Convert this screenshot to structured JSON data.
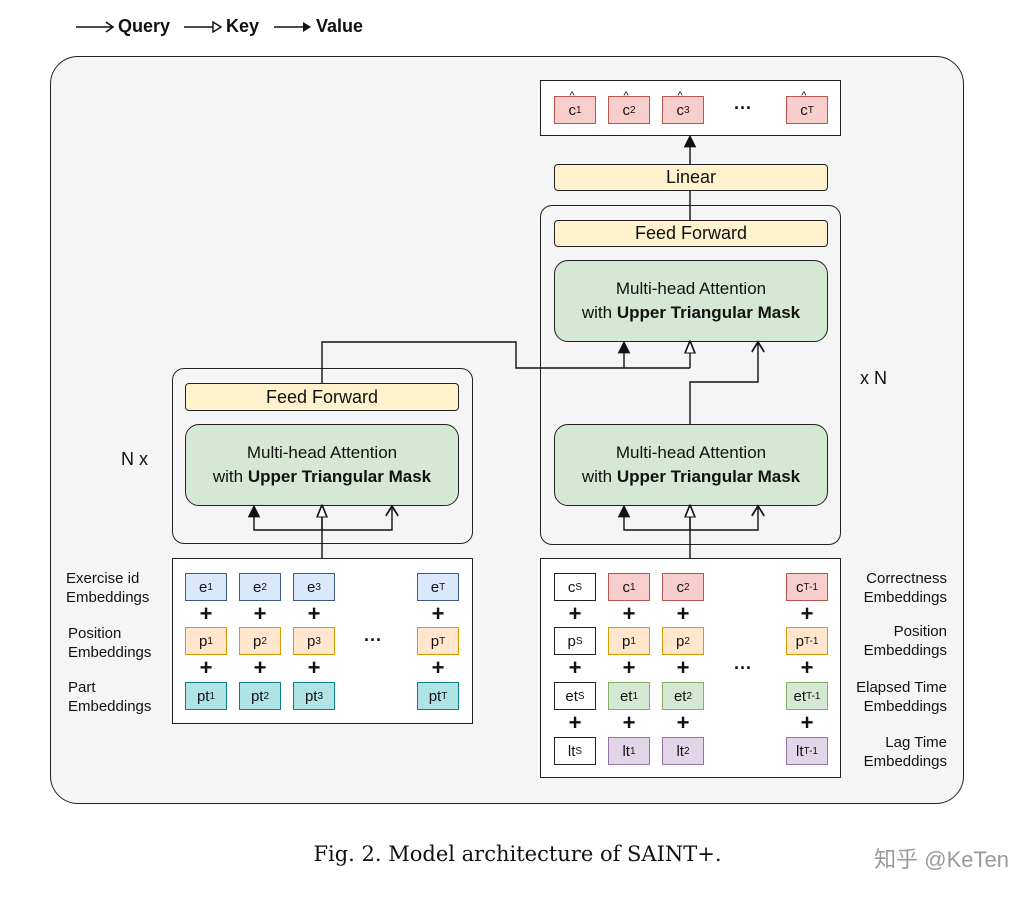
{
  "legend": {
    "query": "Query",
    "key": "Key",
    "value": "Value"
  },
  "encoder": {
    "repeat_label": "N x",
    "feed_forward": "Feed Forward",
    "mha_line1": "Multi-head Attention",
    "mha_line2_prefix": "with",
    "mha_line2_bold": "Upper Triangular Mask",
    "labels": {
      "exercise": [
        "Exercise id",
        "Embeddings"
      ],
      "position": [
        "Position",
        "Embeddings"
      ],
      "part": [
        "Part",
        "Embeddings"
      ]
    },
    "rows": {
      "exercise": [
        {
          "b": "e",
          "s": "1"
        },
        {
          "b": "e",
          "s": "2"
        },
        {
          "b": "e",
          "s": "3"
        },
        {
          "b": "e",
          "s": "T"
        }
      ],
      "position": [
        {
          "b": "p",
          "s": "1"
        },
        {
          "b": "p",
          "s": "2"
        },
        {
          "b": "p",
          "s": "3"
        },
        {
          "b": "p",
          "s": "T"
        }
      ],
      "part": [
        {
          "b": "pt",
          "s": "1"
        },
        {
          "b": "pt",
          "s": "2"
        },
        {
          "b": "pt",
          "s": "3"
        },
        {
          "b": "pt",
          "s": "T"
        }
      ]
    },
    "dots": "···"
  },
  "decoder": {
    "repeat_label": "x N",
    "linear": "Linear",
    "feed_forward": "Feed Forward",
    "mha_line1": "Multi-head Attention",
    "mha_line2_prefix": "with",
    "mha_line2_bold": "Upper Triangular Mask",
    "outputs": [
      {
        "b": "c",
        "s": "1"
      },
      {
        "b": "c",
        "s": "2"
      },
      {
        "b": "c",
        "s": "3"
      },
      {
        "b": "c",
        "s": "T"
      }
    ],
    "labels": {
      "correctness": [
        "Correctness",
        "Embeddings"
      ],
      "position": [
        "Position",
        "Embeddings"
      ],
      "elapsed": [
        "Elapsed Time",
        "Embeddings"
      ],
      "lag": [
        "Lag Time",
        "Embeddings"
      ]
    },
    "rows": {
      "correctness": [
        {
          "b": "c",
          "s": "S"
        },
        {
          "b": "c",
          "s": "1"
        },
        {
          "b": "c",
          "s": "2"
        },
        {
          "b": "c",
          "s": "T-1"
        }
      ],
      "position": [
        {
          "b": "p",
          "s": "S"
        },
        {
          "b": "p",
          "s": "1"
        },
        {
          "b": "p",
          "s": "2"
        },
        {
          "b": "p",
          "s": "T-1"
        }
      ],
      "elapsed": [
        {
          "b": "et",
          "s": "S"
        },
        {
          "b": "et",
          "s": "1"
        },
        {
          "b": "et",
          "s": "2"
        },
        {
          "b": "et",
          "s": "T-1"
        }
      ],
      "lag": [
        {
          "b": "lt",
          "s": "S"
        },
        {
          "b": "lt",
          "s": "1"
        },
        {
          "b": "lt",
          "s": "2"
        },
        {
          "b": "lt",
          "s": "T-1"
        }
      ]
    },
    "dots": "···"
  },
  "caption": "Fig. 2.  Model architecture of SAINT+.",
  "watermark": "知乎 @KeTen"
}
